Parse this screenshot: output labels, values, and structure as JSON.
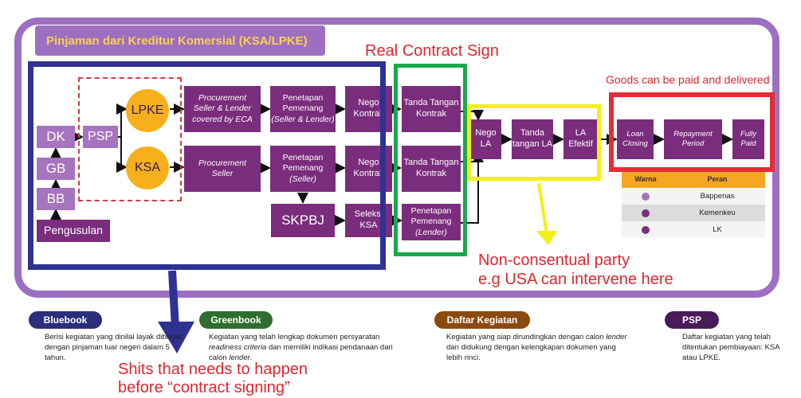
{
  "header": {
    "title": "Pinjaman dari Kreditur Komersial (KSA/LPKE)"
  },
  "flow": {
    "dk": "DK",
    "gb": "GB",
    "bb": "BB",
    "pengusulan": "Pengusulan",
    "psp": "PSP",
    "lpke": "LPKE",
    "ksa": "KSA",
    "proc1": "Procurement Seller & Lender covered by ECA",
    "proc2": "Procurement Seller",
    "pen1_a": "Penetapan Pemenang",
    "pen1_b": "(Seller & Lender)",
    "pen2_a": "Penetapan Pemenang",
    "pen2_b": "(Seller)",
    "skpbj": "SKPBJ",
    "nego1": "Nego Kontrak",
    "nego2": "Nego Kontrak",
    "seleksi": "Seleksi KSA",
    "tanda1": "Tanda Tangan Kontrak",
    "tanda2": "Tanda Tangan Kontrak",
    "pen3_a": "Penetapan Pemenang",
    "pen3_b": "(Lender)",
    "nego_la": "Nego LA",
    "tanda_la": "Tanda tangan LA",
    "la_efektif": "LA Efektif",
    "loan_closing": "Loan Closing",
    "repayment": "Repayment Period",
    "fully_paid": "Fully Paid"
  },
  "legend": {
    "col_warna": "Warna",
    "col_peran": "Peran",
    "rows": [
      {
        "label": "Bappenas",
        "color": "#a673be"
      },
      {
        "label": "Kemenkeu",
        "color": "#7a2d7c"
      },
      {
        "label": "LK",
        "color": "#7a2d7c"
      }
    ]
  },
  "annotations": {
    "real_contract": "Real Contract Sign",
    "goods": "Goods can be paid and delivered",
    "non_consent_1": "Non-consentual party",
    "non_consent_2": "e.g USA can intervene here",
    "shits_1": "Shits that needs to happen",
    "shits_2": "before “contract signing”"
  },
  "glossary": {
    "bluebook": {
      "label": "Bluebook",
      "color": "#2b2e7a",
      "text": "Berisi kegiatan yang dinilai layak dibiayai dengan pinjaman luar negeri dalam 5 tahun."
    },
    "greenbook": {
      "label": "Greenbook",
      "color": "#2e6e2e",
      "text_a": "Kegiatan yang telah lengkap dokumen persyaratan ",
      "text_b": "readiness criteria",
      "text_c": " dan memiliki indikasi pendanaan dari calon ",
      "text_d": "lender."
    },
    "daftar": {
      "label": "Daftar Kegiatan",
      "color": "#8a4a10",
      "text_a": "Kegiatan yang siap dirundingkan dengan calon ",
      "text_b": "lender",
      "text_c": " dan didukung dengan kelengkapan dokumen yang lebih rinci."
    },
    "psp": {
      "label": "PSP",
      "color": "#4a1a5a",
      "text": "Daftar kegiatan yang telah ditentukan pembiayaan: KSA atau LPKE."
    }
  }
}
